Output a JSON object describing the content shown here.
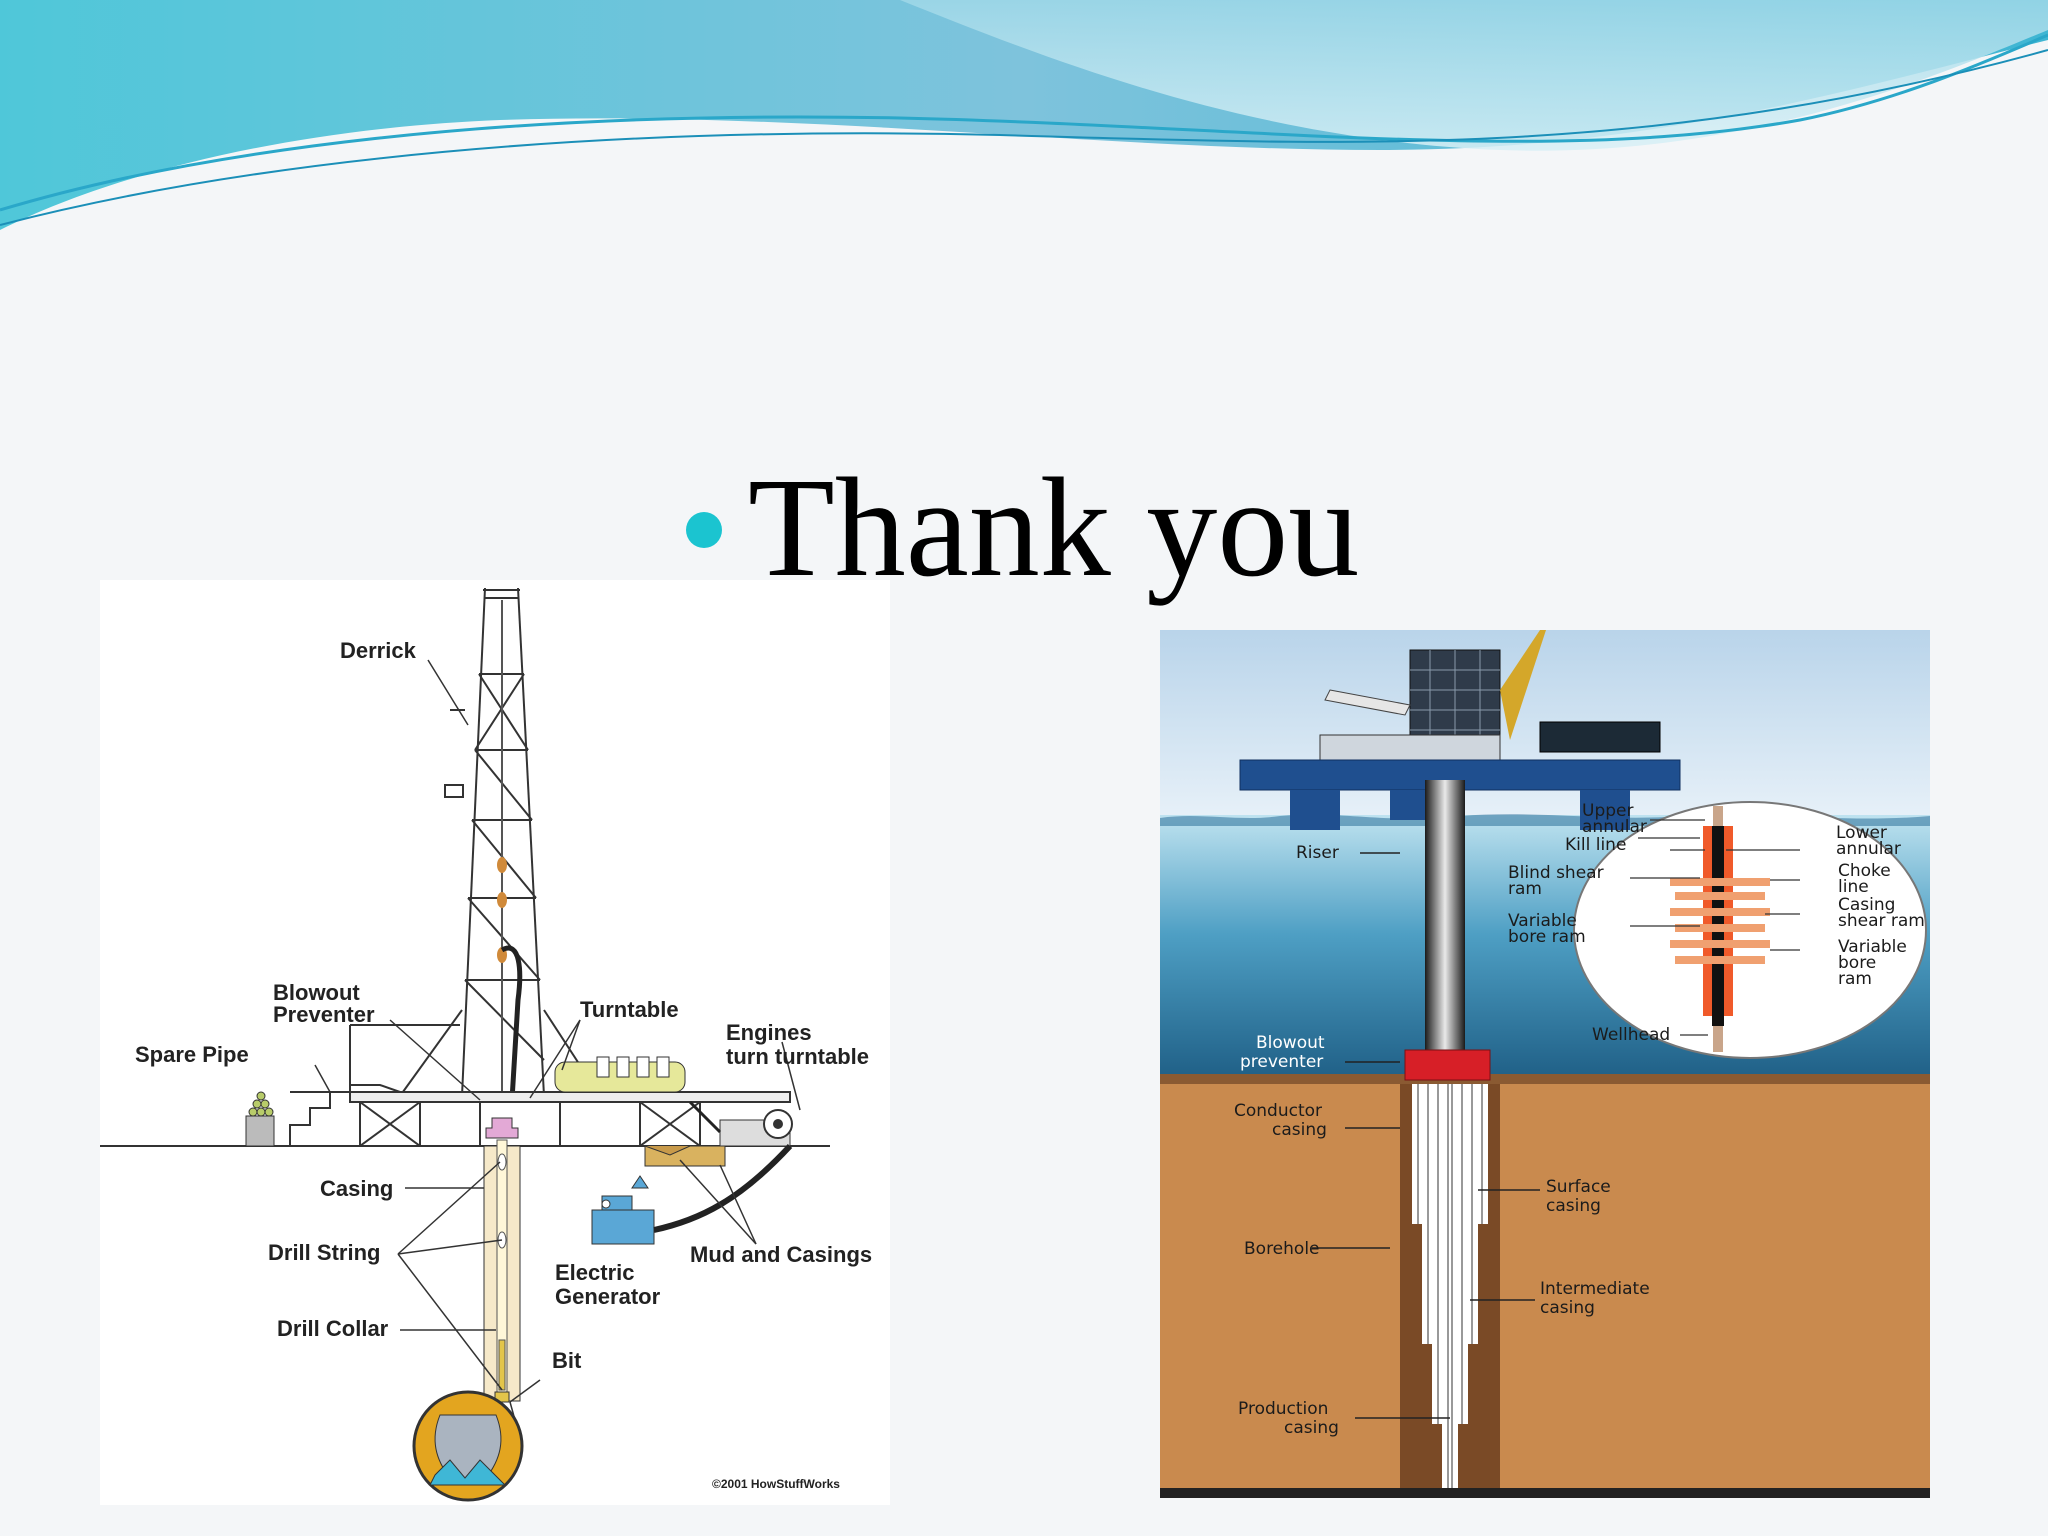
{
  "slide": {
    "bullet_text": "Thank you",
    "accent_color": "#1bc4d0"
  },
  "left_diagram": {
    "labels": {
      "derrick": "Derrick",
      "blowout_preventer_1": "Blowout",
      "blowout_preventer_2": "Preventer",
      "spare_pipe": "Spare Pipe",
      "turntable": "Turntable",
      "engines_1": "Engines",
      "engines_2": "turn turntable",
      "casing": "Casing",
      "drill_string": "Drill String",
      "electric_generator_1": "Electric",
      "electric_generator_2": "Generator",
      "mud_and_casings": "Mud and Casings",
      "drill_collar": "Drill Collar",
      "bit": "Bit",
      "copyright": "©2001 HowStuffWorks"
    }
  },
  "right_diagram": {
    "labels": {
      "riser": "Riser",
      "upper_annular_1": "Upper",
      "upper_annular_2": "annular",
      "kill_line": "Kill line",
      "blind_shear_1": "Blind shear",
      "blind_shear_2": "ram",
      "variable_bore_1": "Variable",
      "variable_bore_2": "bore ram",
      "lower_annular_1": "Lower",
      "lower_annular_2": "annular",
      "choke_1": "Choke",
      "choke_2": "line",
      "casing_shear_1": "Casing",
      "casing_shear_2": "shear ram",
      "variable_bore_r_1": "Variable",
      "variable_bore_r_2": "bore",
      "variable_bore_r_3": "ram",
      "blowout_preventer_1": "Blowout",
      "blowout_preventer_2": "preventer",
      "wellhead": "Wellhead",
      "conductor_1": "Conductor",
      "conductor_2": "casing",
      "surface_1": "Surface",
      "surface_2": "casing",
      "borehole": "Borehole",
      "intermediate_1": "Intermediate",
      "intermediate_2": "casing",
      "production_1": "Production",
      "production_2": "casing"
    }
  }
}
